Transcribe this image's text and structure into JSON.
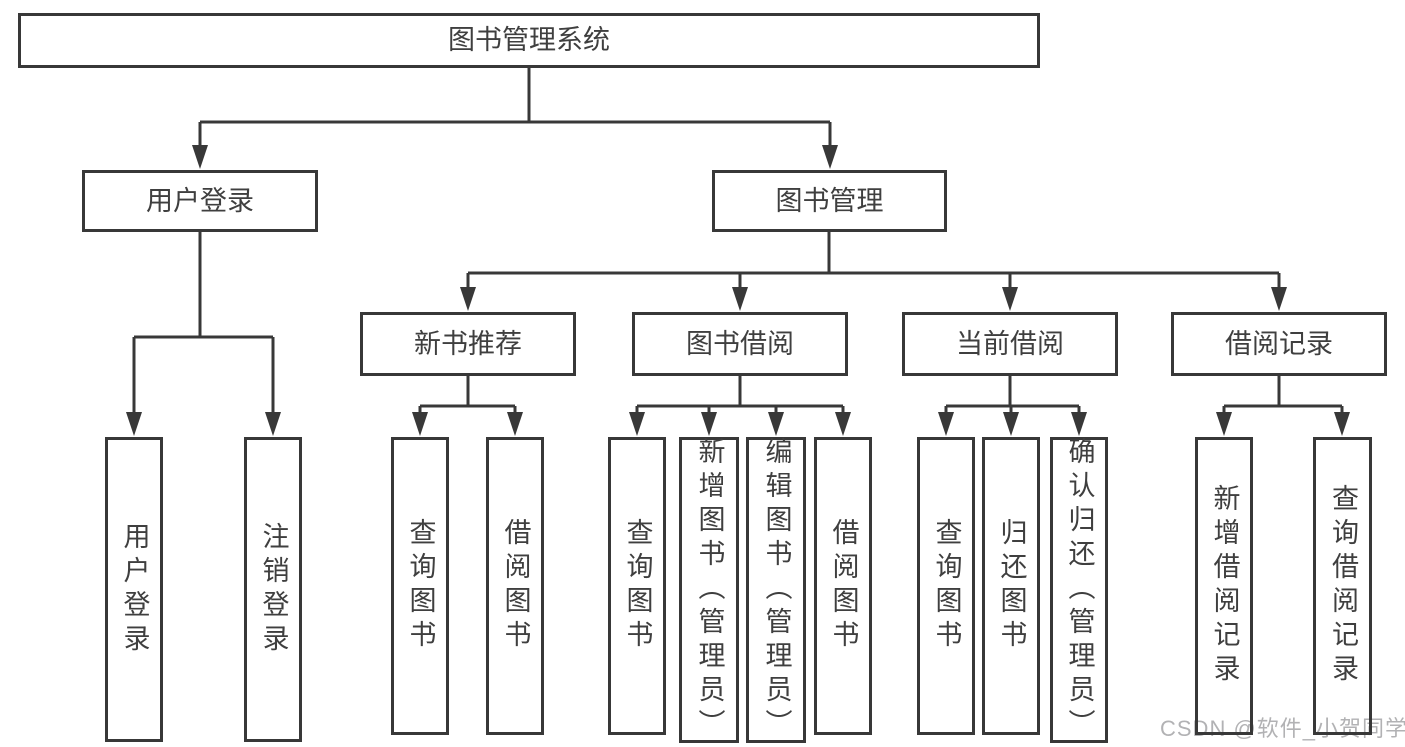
{
  "diagram": {
    "root": {
      "label": "图书管理系统",
      "children": [
        {
          "label": "用户登录",
          "children": [
            {
              "label": "用户登录"
            },
            {
              "label": "注销登录"
            }
          ]
        },
        {
          "label": "图书管理",
          "children": [
            {
              "label": "新书推荐",
              "children": [
                {
                  "label": "查询图书"
                },
                {
                  "label": "借阅图书"
                }
              ]
            },
            {
              "label": "图书借阅",
              "children": [
                {
                  "label": "查询图书"
                },
                {
                  "label": "新增图书（管理员）"
                },
                {
                  "label": "编辑图书（管理员）"
                },
                {
                  "label": "借阅图书"
                }
              ]
            },
            {
              "label": "当前借阅",
              "children": [
                {
                  "label": "查询图书"
                },
                {
                  "label": "归还图书"
                },
                {
                  "label": "确认归还（管理员）"
                }
              ]
            },
            {
              "label": "借阅记录",
              "children": [
                {
                  "label": "新增借阅记录"
                },
                {
                  "label": "查询借阅记录"
                }
              ]
            }
          ]
        }
      ]
    }
  },
  "watermark": {
    "text": "CSDN @软件_小贺同学",
    "color": "#b2b2b4"
  },
  "colors": {
    "line": "#383838",
    "box_border": "#383838",
    "box_bg": "#ffffff",
    "text": "#3f3f3f",
    "background": "#ffffff"
  }
}
